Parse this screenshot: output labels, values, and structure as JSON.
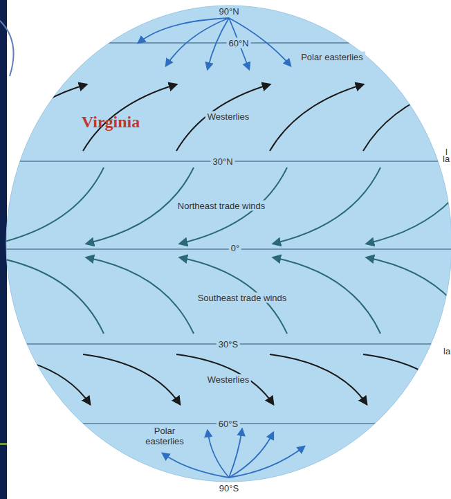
{
  "diagram": {
    "labels": [
      "90°N",
      "Polar easterlies",
      "60°N",
      "Virginia",
      "Westerlies",
      "30°N",
      "l",
      "la",
      "Northeast trade winds",
      "0°",
      "Southeast trade winds",
      "30°S",
      "la",
      "Westerlies",
      "60°S",
      "Polar easterlies",
      "90°S"
    ]
  }
}
